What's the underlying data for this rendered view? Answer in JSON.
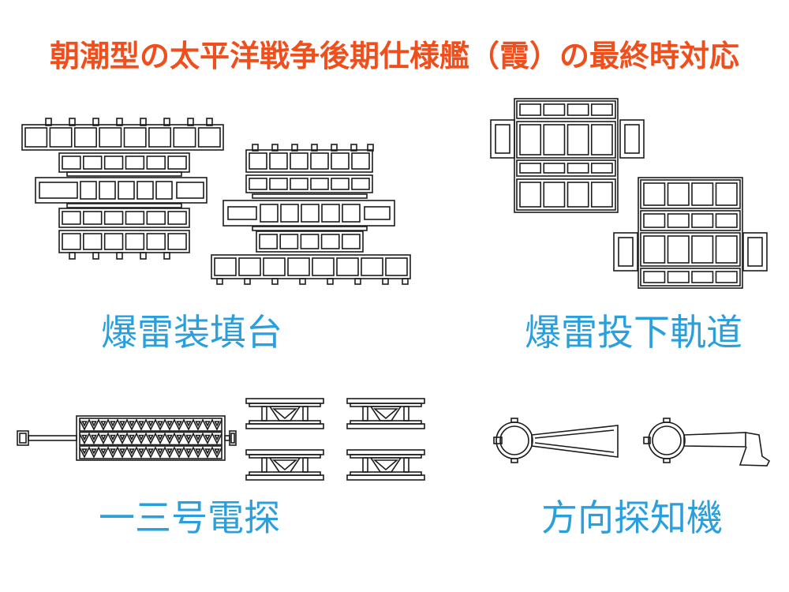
{
  "title": "朝潮型の太平洋戦争後期仕様艦（霞）の最終時対応",
  "labels": {
    "depth_charge_loading_rack": "爆雷装填台",
    "depth_charge_rail": "爆雷投下軌道",
    "type13_radar": "一三号電探",
    "direction_finder": "方向探知機"
  },
  "colors": {
    "title": "#ef4f1d",
    "label": "#2a9fde",
    "line": "#1c1c1c",
    "background": "#ffffff"
  }
}
